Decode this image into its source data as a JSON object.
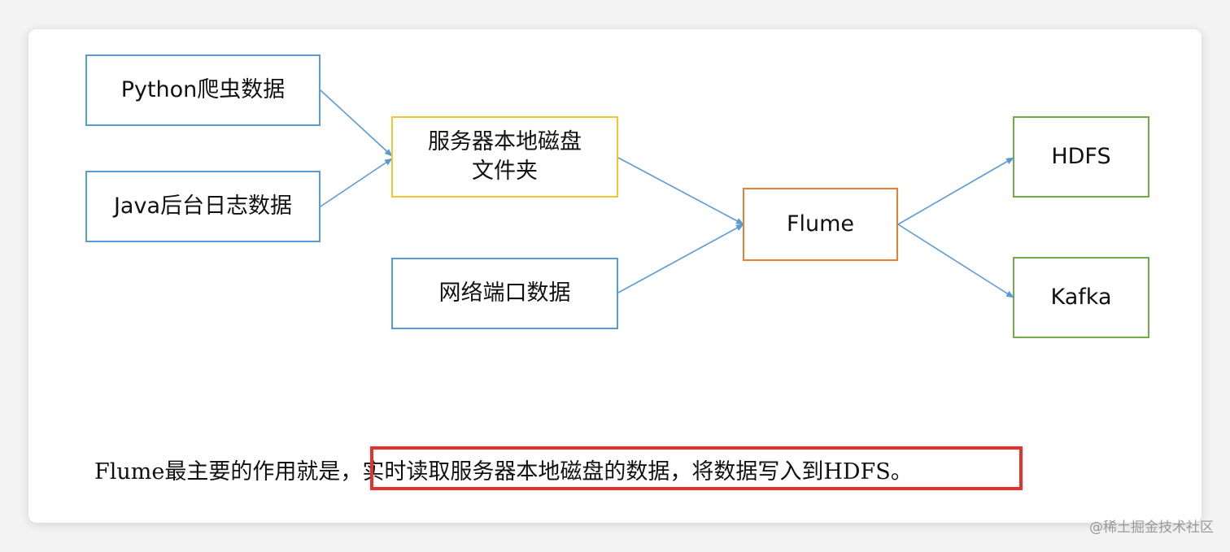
{
  "nodes": {
    "python_crawler": "Python爬虫数据",
    "java_logs": "Java后台日志数据",
    "local_disk_line1": "服务器本地磁盘",
    "local_disk_line2": "文件夹",
    "network_port": "网络端口数据",
    "flume": "Flume",
    "hdfs": "HDFS",
    "kafka": "Kafka"
  },
  "caption": {
    "prefix": "Flume最主要的作用就是，",
    "highlighted": "实时读取服务器本地磁盘的数据，将数据写入到HDFS。"
  },
  "watermark": "@稀土掘金技术社区",
  "colors": {
    "blue": "#5b9bd5",
    "yellow": "#f5c431",
    "orange": "#ed7d31",
    "green": "#70ad47",
    "highlight": "#e8302f"
  }
}
